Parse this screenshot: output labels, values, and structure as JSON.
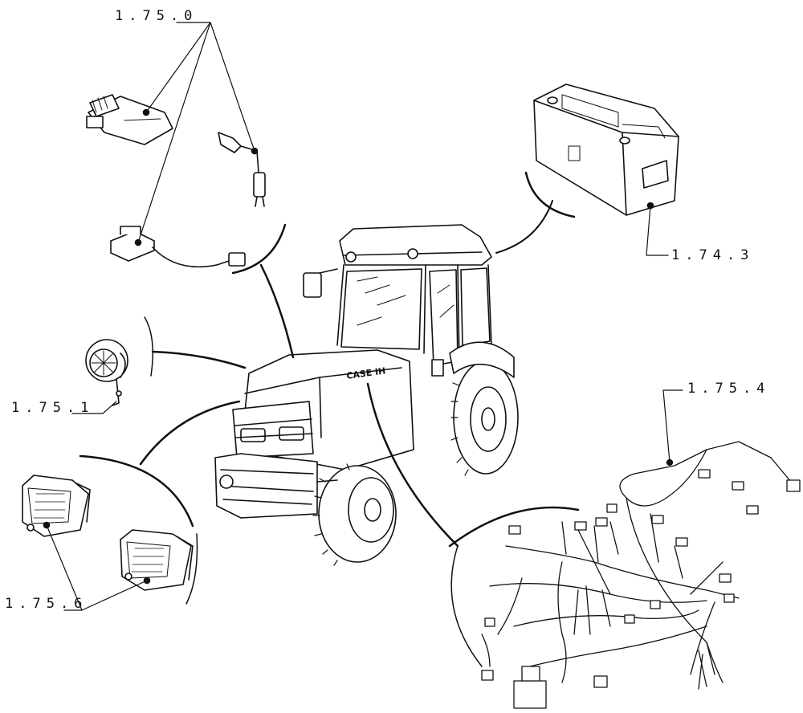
{
  "callouts": {
    "sensors": "1.75.0",
    "battery": "1.74.3",
    "horn": "1.75.1",
    "harness": "1.75.4",
    "lights": "1.75.6"
  },
  "tractor_brand": "CASE IH"
}
